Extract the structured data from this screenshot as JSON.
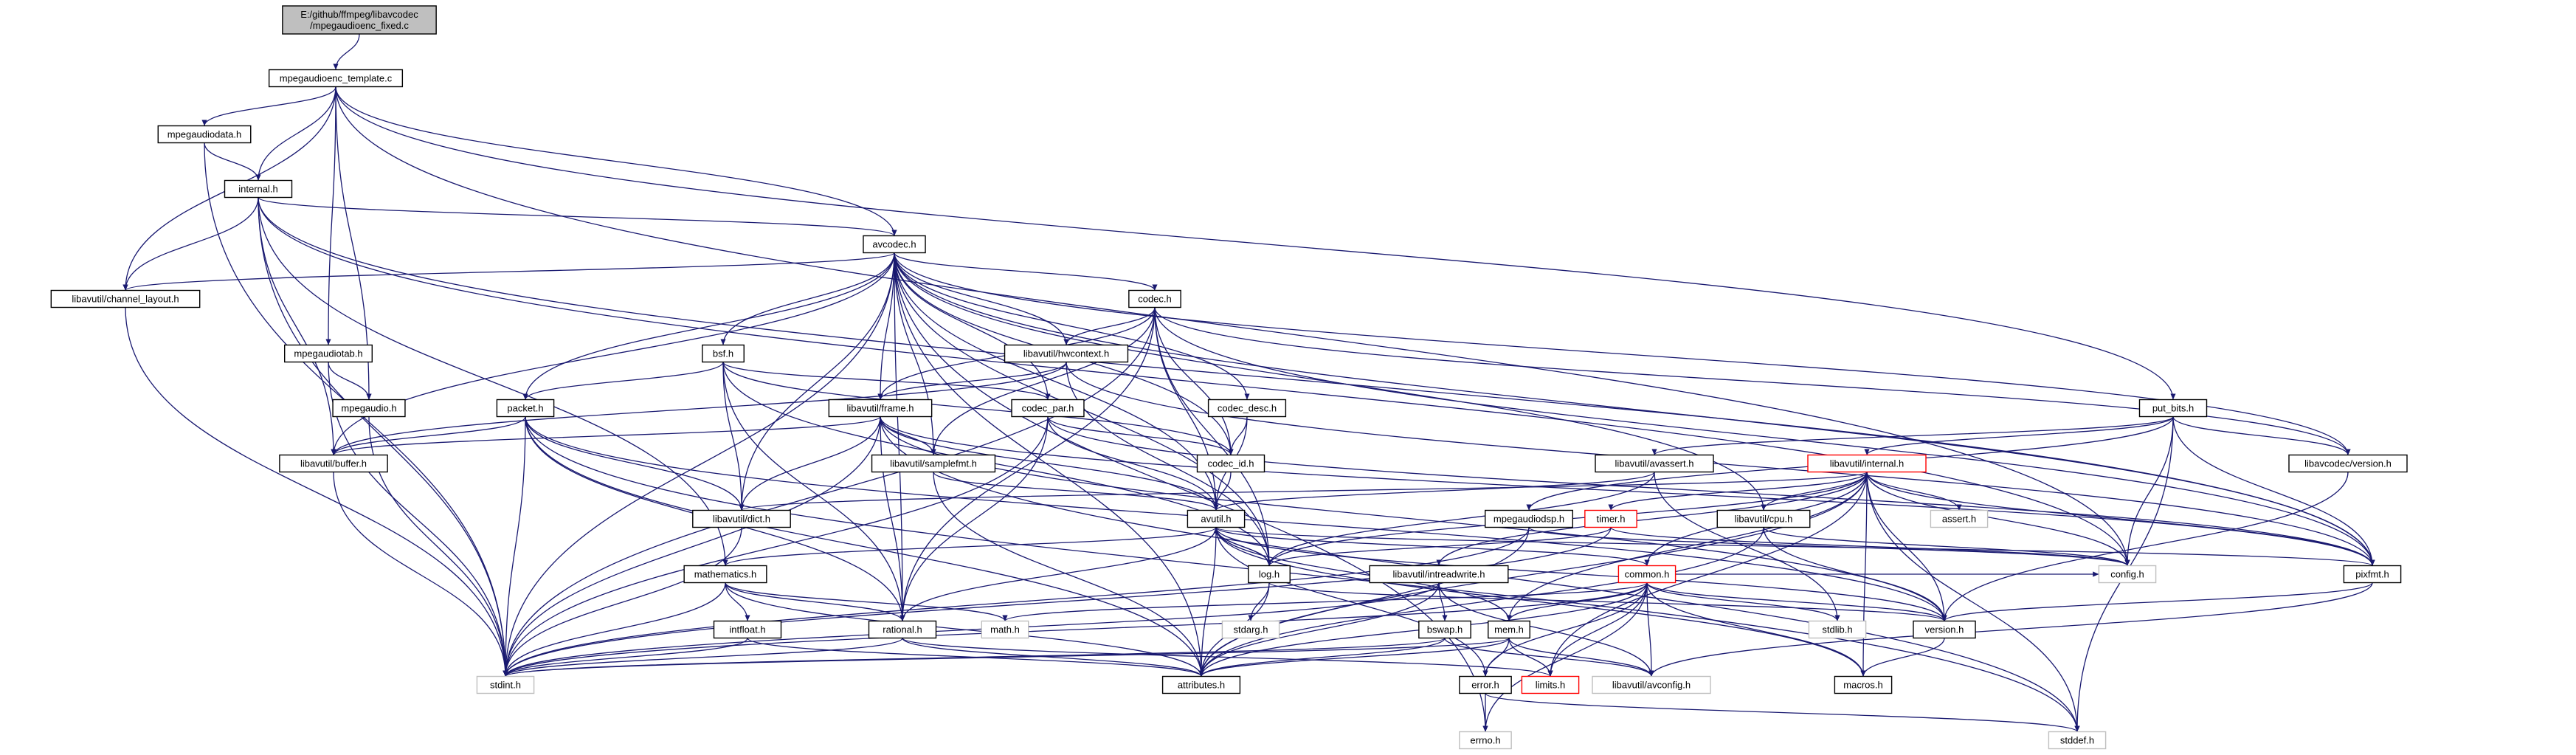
{
  "colors": {
    "edge": "#191970",
    "root_fill": "#bfbfbf",
    "node_border": "#000000",
    "node_fill": "#ffffff",
    "missing_border": "#bfbfbf",
    "red_border": "#ff0000"
  },
  "nodes": [
    {
      "id": "root",
      "label": "E:/github/ffmpeg/libavcodec\n/mpegaudioenc_fixed.c",
      "style": "root"
    },
    {
      "id": "template",
      "label": "mpegaudioenc_template.c",
      "style": "normal"
    },
    {
      "id": "mpegaudiodata",
      "label": "mpegaudiodata.h",
      "style": "normal"
    },
    {
      "id": "internal",
      "label": "internal.h",
      "style": "normal"
    },
    {
      "id": "avcodec",
      "label": "avcodec.h",
      "style": "normal"
    },
    {
      "id": "chlayout",
      "label": "libavutil/channel_layout.h",
      "style": "normal"
    },
    {
      "id": "codec",
      "label": "codec.h",
      "style": "normal"
    },
    {
      "id": "mpegaudiotab",
      "label": "mpegaudiotab.h",
      "style": "normal"
    },
    {
      "id": "bsf",
      "label": "bsf.h",
      "style": "normal"
    },
    {
      "id": "hwcontext",
      "label": "libavutil/hwcontext.h",
      "style": "normal"
    },
    {
      "id": "mpegaudio",
      "label": "mpegaudio.h",
      "style": "normal"
    },
    {
      "id": "packet",
      "label": "packet.h",
      "style": "normal"
    },
    {
      "id": "frame",
      "label": "libavutil/frame.h",
      "style": "normal"
    },
    {
      "id": "codecpar",
      "label": "codec_par.h",
      "style": "normal"
    },
    {
      "id": "codecdesc",
      "label": "codec_desc.h",
      "style": "normal"
    },
    {
      "id": "putbits",
      "label": "put_bits.h",
      "style": "normal"
    },
    {
      "id": "buffer",
      "label": "libavutil/buffer.h",
      "style": "normal"
    },
    {
      "id": "samplefmt",
      "label": "libavutil/samplefmt.h",
      "style": "normal"
    },
    {
      "id": "codecid",
      "label": "codec_id.h",
      "style": "normal"
    },
    {
      "id": "avassert",
      "label": "libavutil/avassert.h",
      "style": "normal"
    },
    {
      "id": "intlh",
      "label": "libavutil/internal.h",
      "style": "red"
    },
    {
      "id": "lcversion",
      "label": "libavcodec/version.h",
      "style": "normal"
    },
    {
      "id": "dict",
      "label": "libavutil/dict.h",
      "style": "normal"
    },
    {
      "id": "avutil",
      "label": "avutil.h",
      "style": "normal"
    },
    {
      "id": "mpegaudiodsp",
      "label": "mpegaudiodsp.h",
      "style": "normal"
    },
    {
      "id": "timer",
      "label": "timer.h",
      "style": "red"
    },
    {
      "id": "cpu",
      "label": "libavutil/cpu.h",
      "style": "normal"
    },
    {
      "id": "assert",
      "label": "assert.h",
      "style": "missing"
    },
    {
      "id": "mathematics",
      "label": "mathematics.h",
      "style": "normal"
    },
    {
      "id": "log",
      "label": "log.h",
      "style": "normal"
    },
    {
      "id": "intreadwrite",
      "label": "libavutil/intreadwrite.h",
      "style": "normal"
    },
    {
      "id": "common",
      "label": "common.h",
      "style": "red"
    },
    {
      "id": "config",
      "label": "config.h",
      "style": "missing"
    },
    {
      "id": "pixfmt",
      "label": "pixfmt.h",
      "style": "normal"
    },
    {
      "id": "intfloat",
      "label": "intfloat.h",
      "style": "normal"
    },
    {
      "id": "math",
      "label": "math.h",
      "style": "missing"
    },
    {
      "id": "stdarg",
      "label": "stdarg.h",
      "style": "missing"
    },
    {
      "id": "rational",
      "label": "rational.h",
      "style": "normal"
    },
    {
      "id": "bswap",
      "label": "bswap.h",
      "style": "normal"
    },
    {
      "id": "mem",
      "label": "mem.h",
      "style": "normal"
    },
    {
      "id": "stdlib",
      "label": "stdlib.h",
      "style": "missing"
    },
    {
      "id": "version",
      "label": "version.h",
      "style": "normal"
    },
    {
      "id": "stdint",
      "label": "stdint.h",
      "style": "missing"
    },
    {
      "id": "attributes",
      "label": "attributes.h",
      "style": "normal"
    },
    {
      "id": "error",
      "label": "error.h",
      "style": "normal"
    },
    {
      "id": "limits",
      "label": "limits.h",
      "style": "red"
    },
    {
      "id": "avconfig",
      "label": "libavutil/avconfig.h",
      "style": "missing"
    },
    {
      "id": "macros",
      "label": "macros.h",
      "style": "normal"
    },
    {
      "id": "errno",
      "label": "errno.h",
      "style": "missing"
    },
    {
      "id": "stddef",
      "label": "stddef.h",
      "style": "missing"
    }
  ],
  "edges": [
    [
      "root",
      "template"
    ],
    [
      "template",
      "mpegaudiodata"
    ],
    [
      "template",
      "internal"
    ],
    [
      "template",
      "avcodec"
    ],
    [
      "template",
      "chlayout"
    ],
    [
      "template",
      "mpegaudiotab"
    ],
    [
      "template",
      "mpegaudio"
    ],
    [
      "template",
      "putbits"
    ],
    [
      "template",
      "config"
    ],
    [
      "mpegaudiodata",
      "internal"
    ],
    [
      "mpegaudiodata",
      "stdint"
    ],
    [
      "internal",
      "avcodec"
    ],
    [
      "internal",
      "chlayout"
    ],
    [
      "internal",
      "buffer"
    ],
    [
      "internal",
      "mathematics"
    ],
    [
      "internal",
      "pixfmt"
    ],
    [
      "internal",
      "config"
    ],
    [
      "internal",
      "stdint"
    ],
    [
      "avcodec",
      "chlayout"
    ],
    [
      "avcodec",
      "codec"
    ],
    [
      "avcodec",
      "bsf"
    ],
    [
      "avcodec",
      "hwcontext"
    ],
    [
      "avcodec",
      "packet"
    ],
    [
      "avcodec",
      "frame"
    ],
    [
      "avcodec",
      "codecpar"
    ],
    [
      "avcodec",
      "codecdesc"
    ],
    [
      "avcodec",
      "buffer"
    ],
    [
      "avcodec",
      "samplefmt"
    ],
    [
      "avcodec",
      "codecid"
    ],
    [
      "avcodec",
      "lcversion"
    ],
    [
      "avcodec",
      "dict"
    ],
    [
      "avcodec",
      "avutil"
    ],
    [
      "avcodec",
      "cpu"
    ],
    [
      "avcodec",
      "log"
    ],
    [
      "avcodec",
      "pixfmt"
    ],
    [
      "avcodec",
      "rational"
    ],
    [
      "avcodec",
      "attributes"
    ],
    [
      "avcodec",
      "stdint"
    ],
    [
      "avcodec",
      "errno"
    ],
    [
      "chlayout",
      "stdint"
    ],
    [
      "codec",
      "hwcontext"
    ],
    [
      "codec",
      "codecid"
    ],
    [
      "codec",
      "samplefmt"
    ],
    [
      "codec",
      "avutil"
    ],
    [
      "codec",
      "log"
    ],
    [
      "codec",
      "pixfmt"
    ],
    [
      "codec",
      "rational"
    ],
    [
      "codec",
      "lcversion"
    ],
    [
      "codec",
      "stdint"
    ],
    [
      "codec",
      "frame"
    ],
    [
      "mpegaudiotab",
      "mpegaudio"
    ],
    [
      "mpegaudiotab",
      "stdint"
    ],
    [
      "bsf",
      "packet"
    ],
    [
      "bsf",
      "codecpar"
    ],
    [
      "bsf",
      "codecid"
    ],
    [
      "bsf",
      "dict"
    ],
    [
      "bsf",
      "log"
    ],
    [
      "bsf",
      "rational"
    ],
    [
      "hwcontext",
      "buffer"
    ],
    [
      "hwcontext",
      "frame"
    ],
    [
      "hwcontext",
      "log"
    ],
    [
      "hwcontext",
      "pixfmt"
    ],
    [
      "mpegaudio",
      "stdint"
    ],
    [
      "packet",
      "buffer"
    ],
    [
      "packet",
      "dict"
    ],
    [
      "packet",
      "rational"
    ],
    [
      "packet",
      "attributes"
    ],
    [
      "packet",
      "version"
    ],
    [
      "packet",
      "stdint"
    ],
    [
      "packet",
      "stddef"
    ],
    [
      "frame",
      "buffer"
    ],
    [
      "frame",
      "dict"
    ],
    [
      "frame",
      "samplefmt"
    ],
    [
      "frame",
      "avutil"
    ],
    [
      "frame",
      "rational"
    ],
    [
      "frame",
      "pixfmt"
    ],
    [
      "frame",
      "stdint"
    ],
    [
      "frame",
      "stddef"
    ],
    [
      "frame",
      "version"
    ],
    [
      "codecpar",
      "codecid"
    ],
    [
      "codecpar",
      "avutil"
    ],
    [
      "codecpar",
      "rational"
    ],
    [
      "codecpar",
      "pixfmt"
    ],
    [
      "codecpar",
      "stdint"
    ],
    [
      "codecdesc",
      "codecid"
    ],
    [
      "codecdesc",
      "avutil"
    ],
    [
      "putbits",
      "lcversion"
    ],
    [
      "putbits",
      "avassert"
    ],
    [
      "putbits",
      "intlh"
    ],
    [
      "putbits",
      "config"
    ],
    [
      "putbits",
      "stddef"
    ],
    [
      "putbits",
      "pixfmt"
    ],
    [
      "putbits",
      "mpegaudiodsp"
    ],
    [
      "buffer",
      "stdint"
    ],
    [
      "samplefmt",
      "avutil"
    ],
    [
      "samplefmt",
      "attributes"
    ],
    [
      "codecid",
      "avutil"
    ],
    [
      "avassert",
      "avutil"
    ],
    [
      "avassert",
      "log"
    ],
    [
      "avassert",
      "stdlib"
    ],
    [
      "intlh",
      "timer"
    ],
    [
      "intlh",
      "cpu"
    ],
    [
      "intlh",
      "assert"
    ],
    [
      "intlh",
      "common"
    ],
    [
      "intlh",
      "config"
    ],
    [
      "intlh",
      "dict"
    ],
    [
      "intlh",
      "attributes"
    ],
    [
      "intlh",
      "macros"
    ],
    [
      "intlh",
      "pixfmt"
    ],
    [
      "intlh",
      "version"
    ],
    [
      "intlh",
      "log"
    ],
    [
      "intlh",
      "intreadwrite"
    ],
    [
      "intlh",
      "limits"
    ],
    [
      "intlh",
      "stddef"
    ],
    [
      "intlh",
      "mem"
    ],
    [
      "lcversion",
      "version"
    ],
    [
      "dict",
      "stdint"
    ],
    [
      "avutil",
      "common"
    ],
    [
      "avutil",
      "error"
    ],
    [
      "avutil",
      "version"
    ],
    [
      "avutil",
      "macros"
    ],
    [
      "avutil",
      "mathematics"
    ],
    [
      "avutil",
      "rational"
    ],
    [
      "avutil",
      "log"
    ],
    [
      "avutil",
      "pixfmt"
    ],
    [
      "avutil",
      "attributes"
    ],
    [
      "avutil",
      "mem"
    ],
    [
      "mpegaudiodsp",
      "stdint"
    ],
    [
      "mpegaudiodsp",
      "attributes"
    ],
    [
      "mpegaudiodsp",
      "config"
    ],
    [
      "timer",
      "config"
    ],
    [
      "timer",
      "log"
    ],
    [
      "timer",
      "stdint"
    ],
    [
      "cpu",
      "attributes"
    ],
    [
      "cpu",
      "version"
    ],
    [
      "cpu",
      "config"
    ],
    [
      "mathematics",
      "stdint"
    ],
    [
      "mathematics",
      "math"
    ],
    [
      "mathematics",
      "attributes"
    ],
    [
      "mathematics",
      "rational"
    ],
    [
      "mathematics",
      "intfloat"
    ],
    [
      "log",
      "stdarg"
    ],
    [
      "log",
      "attributes"
    ],
    [
      "log",
      "version"
    ],
    [
      "log",
      "avutil"
    ],
    [
      "intreadwrite",
      "stdint"
    ],
    [
      "intreadwrite",
      "bswap"
    ],
    [
      "intreadwrite",
      "attributes"
    ],
    [
      "intreadwrite",
      "avconfig"
    ],
    [
      "common",
      "attributes"
    ],
    [
      "common",
      "macros"
    ],
    [
      "common",
      "mem"
    ],
    [
      "common",
      "version"
    ],
    [
      "common",
      "config"
    ],
    [
      "common",
      "stdint"
    ],
    [
      "common",
      "stdlib"
    ],
    [
      "common",
      "math"
    ],
    [
      "common",
      "limits"
    ],
    [
      "common",
      "avconfig"
    ],
    [
      "common",
      "errno"
    ],
    [
      "common",
      "error"
    ],
    [
      "pixfmt",
      "version"
    ],
    [
      "pixfmt",
      "avconfig"
    ],
    [
      "intfloat",
      "stdint"
    ],
    [
      "intfloat",
      "attributes"
    ],
    [
      "rational",
      "stdint"
    ],
    [
      "rational",
      "limits"
    ],
    [
      "rational",
      "attributes"
    ],
    [
      "bswap",
      "stdint"
    ],
    [
      "bswap",
      "attributes"
    ],
    [
      "bswap",
      "avconfig"
    ],
    [
      "mem",
      "stdint"
    ],
    [
      "mem",
      "attributes"
    ],
    [
      "mem",
      "error"
    ],
    [
      "mem",
      "limits"
    ],
    [
      "mem",
      "avconfig"
    ],
    [
      "version",
      "macros"
    ],
    [
      "error",
      "errno"
    ],
    [
      "error",
      "stddef"
    ]
  ]
}
